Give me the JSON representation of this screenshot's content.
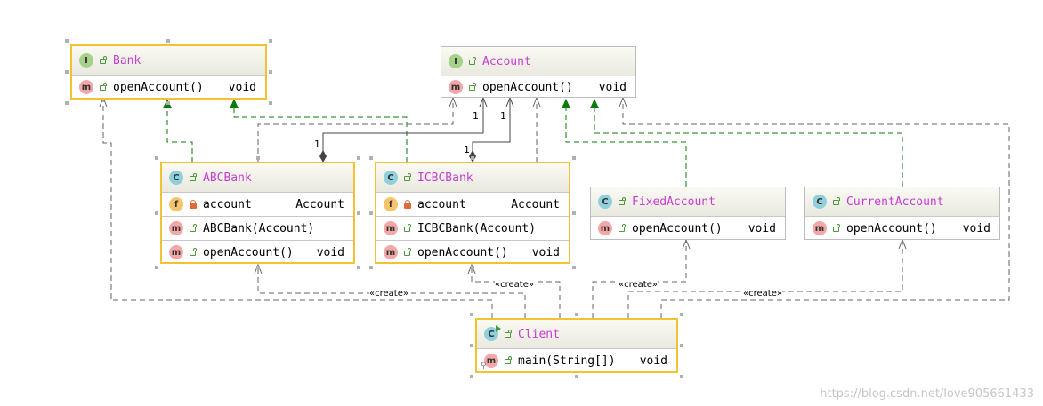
{
  "classes": {
    "bank": {
      "kind": "I",
      "name": "Bank",
      "methods": [
        {
          "name": "openAccount()",
          "type": "void"
        }
      ]
    },
    "account": {
      "kind": "I",
      "name": "Account",
      "methods": [
        {
          "name": "openAccount()",
          "type": "void"
        }
      ]
    },
    "abcbank": {
      "kind": "C",
      "name": "ABCBank",
      "fields": [
        {
          "kind": "f",
          "name": "account",
          "type": "Account"
        }
      ],
      "methods": [
        {
          "name": "ABCBank(Account)",
          "type": ""
        },
        {
          "name": "openAccount()",
          "type": "void"
        }
      ]
    },
    "icbcbank": {
      "kind": "C",
      "name": "ICBCBank",
      "fields": [
        {
          "kind": "f",
          "name": "account",
          "type": "Account"
        }
      ],
      "methods": [
        {
          "name": "ICBCBank(Account)",
          "type": ""
        },
        {
          "name": "openAccount()",
          "type": "void"
        }
      ]
    },
    "fixedaccount": {
      "kind": "C",
      "name": "FixedAccount",
      "methods": [
        {
          "name": "openAccount()",
          "type": "void"
        }
      ]
    },
    "currentaccount": {
      "kind": "C",
      "name": "CurrentAccount",
      "methods": [
        {
          "name": "openAccount()",
          "type": "void"
        }
      ]
    },
    "client": {
      "kind": "C",
      "name": "Client",
      "methods": [
        {
          "name": "main(String[])",
          "type": "void"
        }
      ]
    }
  },
  "labels": {
    "create": "«create»",
    "mult_one": "1"
  },
  "watermark": "https://blog.csdn.net/love905661433",
  "colors": {
    "class_title": "#c63ecf",
    "selected_border": "#f1c232",
    "realization": "#0a7a0a",
    "dependency": "#666666"
  }
}
